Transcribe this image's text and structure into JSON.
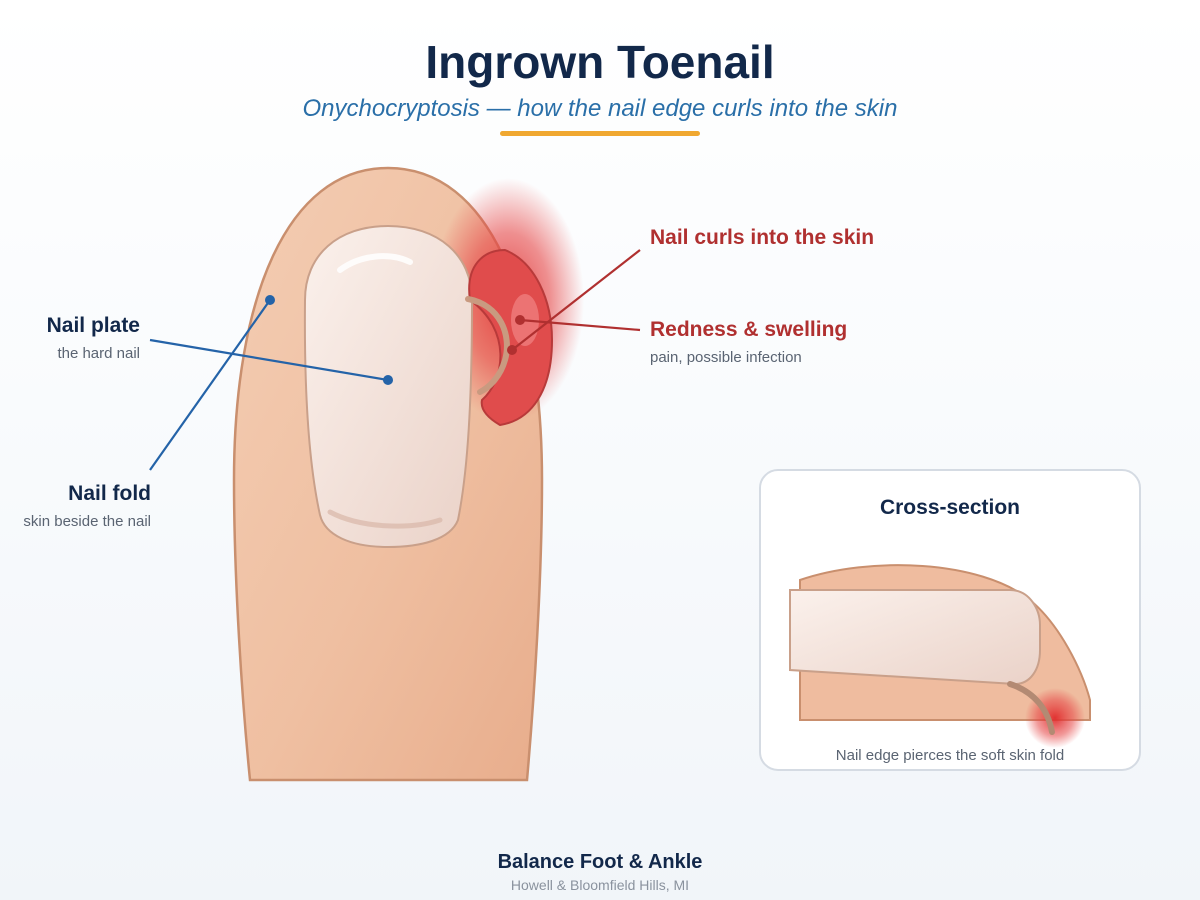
{
  "header": {
    "title": "Ingrown Toenail",
    "subtitle": "Onychocryptosis — how the nail edge curls into the skin"
  },
  "labels": {
    "nail_plate": {
      "title": "Nail plate",
      "subtitle": "the hard nail"
    },
    "nail_fold": {
      "title": "Nail fold",
      "subtitle": "skin beside the nail"
    },
    "nail_curls": {
      "title": "Nail curls into the skin"
    },
    "redness": {
      "title": "Redness & swelling",
      "subtitle": "pain, possible infection"
    }
  },
  "inset": {
    "title": "Cross-section",
    "caption": "Nail edge pierces the soft skin fold"
  },
  "footer": {
    "brand": "Balance Foot & Ankle",
    "location": "Howell & Bloomfield Hills, MI"
  },
  "colors": {
    "navy": "#12284a",
    "blue_link": "#2463a8",
    "subtitle_blue": "#2a6fa8",
    "red": "#b03030",
    "accent": "#f0a830",
    "skin": "#efbd9e",
    "skin_outline": "#c98f6e"
  }
}
